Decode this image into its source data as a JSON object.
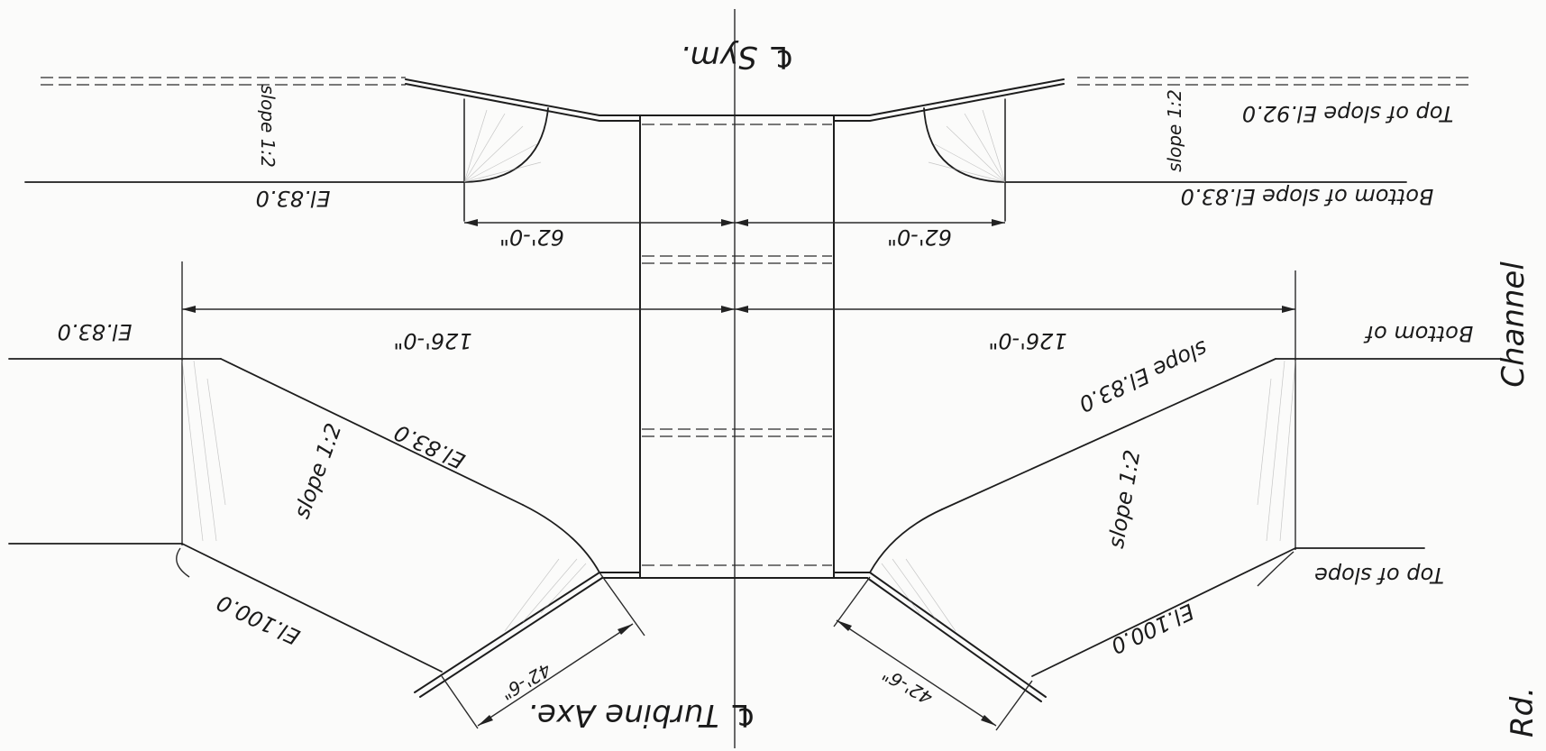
{
  "labels": {
    "sym": "℄ Sym.",
    "turbine_axis": "℄ Turbine Axe.",
    "top_slope_right": "Top of slope El.92.0",
    "bottom_slope_right_top": "Bottom of slope El.83.0",
    "bottom_slope_left_top": "El.83.0",
    "slope_top_left": "slope 1:2",
    "slope_top_right": "slope 1:2",
    "dim_62_left": "62'-0\"",
    "dim_62_right": "62'-0\"",
    "dim_126_left": "126'-0\"",
    "dim_126_right": "126'-0\"",
    "el83_far_left": "El.83.0",
    "bottom_of_right": "Bottom of",
    "slope_el83_left_diag": "El.83.0",
    "slope_el83_right_diag": "slope El.83.0",
    "slope_low_left": "slope 1:2",
    "slope_low_right": "slope 1:2",
    "el100_left": "El.100.0",
    "el100_right": "El.100.0",
    "top_of_slope_low_right": "Top of slope",
    "dim_42_left": "42'-6\"",
    "dim_42_right": "42'-6\"",
    "channel_fragment": "Channel",
    "rd_fragment": "Rd."
  }
}
